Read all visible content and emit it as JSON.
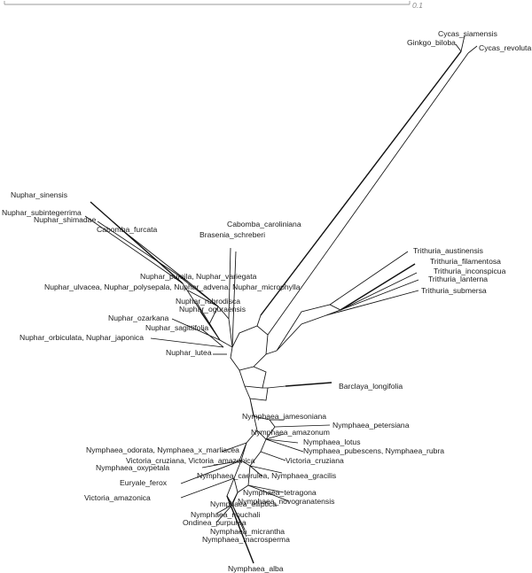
{
  "scale": {
    "label": "0.1"
  },
  "taxa": {
    "cycas_siamensis": "Cycas_siamensis",
    "ginkgo_biloba": "Ginkgo_biloba",
    "cycas_revoluta": "Cycas_revoluta",
    "nuphar_sinensis": "Nuphar_sinensis",
    "nuphar_subintegerrima": "Nuphar_subintegerrima",
    "nuphar_shimadae": "Nuphar_shimadae",
    "cabomba_furcata": "Cabomba_furcata",
    "cabomba_caroliniana": "Cabomba_caroliniana",
    "brasenia_schreberi": "Brasenia_schreberi",
    "nuphar_pumila_variegata": "Nuphar_pumila, Nuphar_variegata",
    "nuphar_ulvacea_group": "Nuphar_ulvacea, Nuphar_polysepala, Nuphar_advena, Nuphar_microphylla",
    "nuphar_rubrodisca": "Nuphar_rubrodisca",
    "nuphar_oguraensis": "Nuphar_oguraensis",
    "nuphar_ozarkana": "Nuphar_ozarkana",
    "nuphar_sagittifolia": "Nuphar_sagittifolia",
    "nuphar_orbiculata_japonica": "Nuphar_orbiculata, Nuphar_japonica",
    "nuphar_lutea": "Nuphar_lutea",
    "trithuria_austinensis": "Trithuria_austinensis",
    "trithuria_filamentosa": "Trithuria_filamentosa",
    "trithuria_inconspicua": "Trithuria_inconspicua",
    "trithuria_lanterna": "Trithuria_lanterna",
    "trithuria_submersa": "Trithuria_submersa",
    "barclaya_longifolia": "Barclaya_longifolia",
    "nymphaea_jamesoniana": "Nymphaea_jamesoniana",
    "nymphaea_petersiana": "Nymphaea_petersiana",
    "nymphaea_amazonum": "Nymphaea_amazonum",
    "nymphaea_lotus": "Nymphaea_lotus",
    "nymphaea_pubescens_rubra": "Nymphaea_pubescens, Nymphaea_rubra",
    "nymphaea_odorata_marliacea": "Nymphaea_odorata, Nymphaea_x_marliacea",
    "victoria_cruziana_amazonica": "Victoria_cruziana, Victoria_amazonica",
    "victoria_cruziana": "Victoria_cruziana",
    "nymphaea_oxypetala": "Nymphaea_oxypetala",
    "nymphaea_caerulea_gracilis": "Nymphaea_caerulea, Nymphaea_gracilis",
    "euryale_ferox": "Euryale_ferox",
    "nymphaea_tetragona": "Nymphaea_tetragona",
    "nymphaea_novogranatensis": "Nymphaea_novogranatensis",
    "victoria_amazonica": "Victoria_amazonica",
    "nymphaea_ellipticae": "Nymphaea_elliptica",
    "nymphaea_nouchali": "Nymphaea_nouchali",
    "ondinea_purpurea": "Ondinea_purpurea",
    "nymphaea_micrantha": "Nymphaea_micrantha",
    "nymphaea_macrosperma": "Nymphaea_macrosperma",
    "nymphaea_alba": "Nymphaea_alba"
  }
}
